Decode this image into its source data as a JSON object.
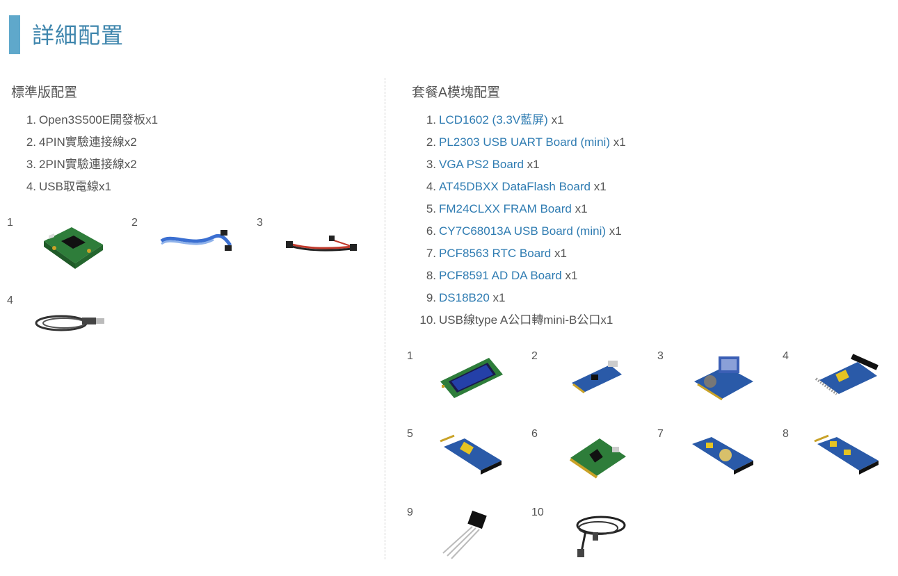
{
  "page": {
    "title": "詳細配置"
  },
  "standard": {
    "title": "標準版配置",
    "items": [
      {
        "num": "1.",
        "text": "Open3S500E開發板x1"
      },
      {
        "num": "2.",
        "text": "4PIN實驗連接線x2"
      },
      {
        "num": "3.",
        "text": "2PIN實驗連接線x2"
      },
      {
        "num": "4.",
        "text": "USB取電線x1"
      }
    ],
    "figures": [
      {
        "num": "1",
        "icon": "fpga-board-icon"
      },
      {
        "num": "2",
        "icon": "4pin-cable-icon"
      },
      {
        "num": "3",
        "icon": "2pin-cable-icon"
      },
      {
        "num": "4",
        "icon": "usb-power-cable-icon"
      }
    ]
  },
  "package_a": {
    "title": "套餐A模塊配置",
    "items": [
      {
        "num": "1.",
        "link": "LCD1602 (3.3V藍屏)",
        "qty": " x1"
      },
      {
        "num": "2.",
        "link": "PL2303 USB UART Board (mini)",
        "qty": " x1"
      },
      {
        "num": "3.",
        "link": "VGA PS2 Board",
        "qty": " x1"
      },
      {
        "num": "4.",
        "link": "AT45DBXX DataFlash Board",
        "qty": " x1"
      },
      {
        "num": "5.",
        "link": "FM24CLXX FRAM Board",
        "qty": " x1"
      },
      {
        "num": "6.",
        "link": "CY7C68013A USB Board (mini)",
        "qty": " x1"
      },
      {
        "num": "7.",
        "link": "PCF8563 RTC Board",
        "qty": " x1"
      },
      {
        "num": "8.",
        "link": "PCF8591 AD DA Board",
        "qty": " x1"
      },
      {
        "num": "9.",
        "link": "DS18B20",
        "qty": " x1"
      },
      {
        "num": "10.",
        "text": "USB線type A公口轉mini-B公口x1"
      }
    ],
    "figures": [
      {
        "num": "1",
        "icon": "lcd1602-icon"
      },
      {
        "num": "2",
        "icon": "usb-uart-board-icon"
      },
      {
        "num": "3",
        "icon": "vga-ps2-board-icon"
      },
      {
        "num": "4",
        "icon": "dataflash-board-icon"
      },
      {
        "num": "5",
        "icon": "fram-board-icon"
      },
      {
        "num": "6",
        "icon": "usb-board-icon"
      },
      {
        "num": "7",
        "icon": "rtc-board-icon"
      },
      {
        "num": "8",
        "icon": "ad-da-board-icon"
      },
      {
        "num": "9",
        "icon": "ds18b20-sensor-icon"
      },
      {
        "num": "10",
        "icon": "mini-usb-cable-icon"
      }
    ]
  },
  "colors": {
    "accent": "#5fa8cb",
    "title": "#3f86ad",
    "link": "#2f7cb2",
    "text": "#555555",
    "pcb_blue": "#2a5aa8",
    "pcb_green": "#2e7d3a"
  }
}
